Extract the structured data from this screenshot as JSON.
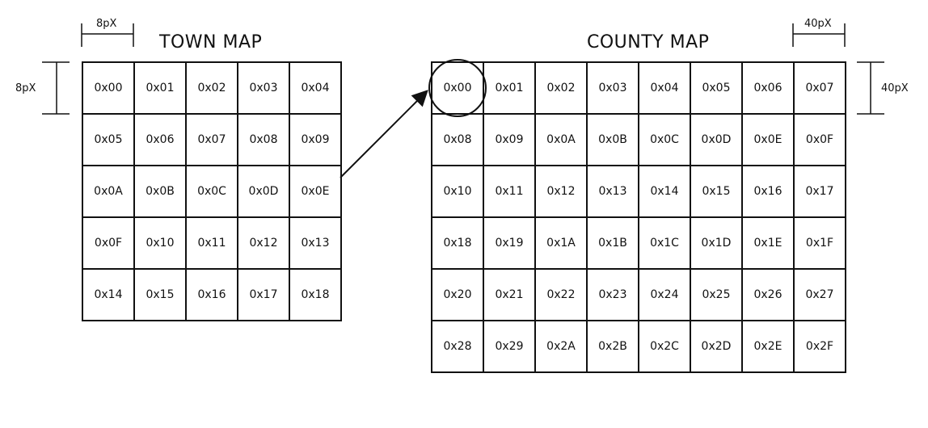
{
  "town_map": {
    "title": "TOWN MAP",
    "width_label": "8pX",
    "height_label": "8pX",
    "cells": [
      "0x00",
      "0x01",
      "0x02",
      "0x03",
      "0x04",
      "0x05",
      "0x06",
      "0x07",
      "0x08",
      "0x09",
      "0x0A",
      "0x0B",
      "0x0C",
      "0x0D",
      "0x0E",
      "0x0F",
      "0x10",
      "0x11",
      "0x12",
      "0x13",
      "0x14",
      "0x15",
      "0x16",
      "0x17",
      "0x18"
    ]
  },
  "county_map": {
    "title": "COUNTY MAP",
    "width_label": "40pX",
    "height_label": "40pX",
    "cells": [
      "0x00",
      "0x01",
      "0x02",
      "0x03",
      "0x04",
      "0x05",
      "0x06",
      "0x07",
      "0x08",
      "0x09",
      "0x0A",
      "0x0B",
      "0x0C",
      "0x0D",
      "0x0E",
      "0x0F",
      "0x10",
      "0x11",
      "0x12",
      "0x13",
      "0x14",
      "0x15",
      "0x16",
      "0x17",
      "0x18",
      "0x19",
      "0x1A",
      "0x1B",
      "0x1C",
      "0x1D",
      "0x1E",
      "0x1F",
      "0x20",
      "0x21",
      "0x22",
      "0x23",
      "0x24",
      "0x25",
      "0x26",
      "0x27",
      "0x28",
      "0x29",
      "0x2A",
      "0x2B",
      "0x2C",
      "0x2D",
      "0x2E",
      "0x2F"
    ]
  }
}
